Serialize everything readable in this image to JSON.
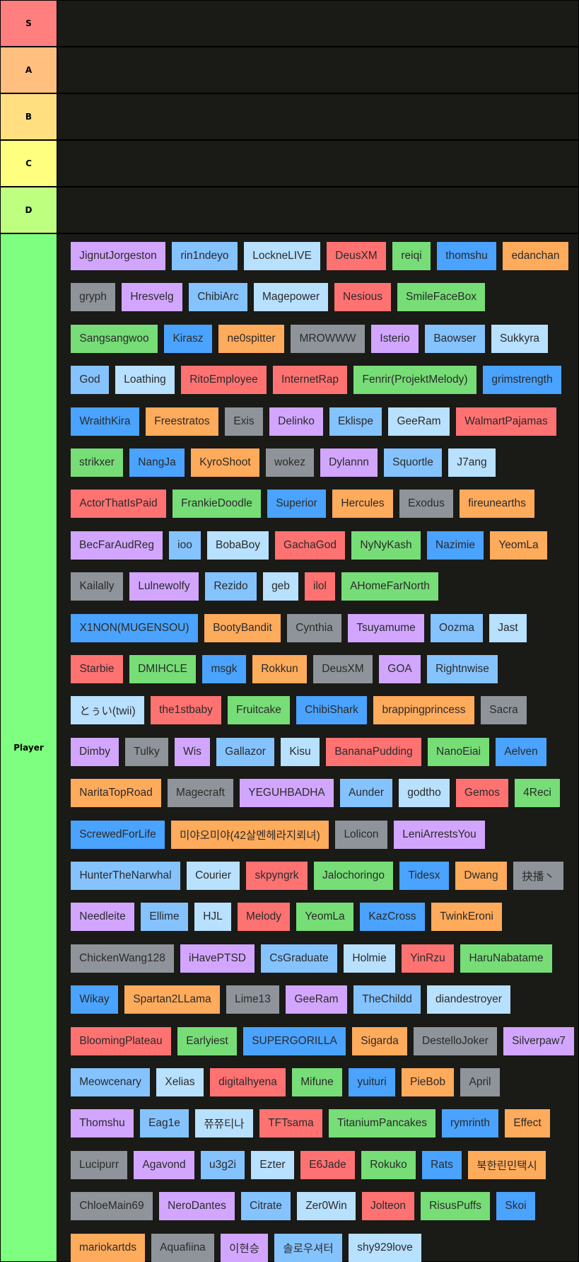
{
  "colors": {
    "S": "#ff7f7f",
    "A": "#ffbf7f",
    "B": "#ffdf7f",
    "C": "#ffff7f",
    "D": "#bfff7f",
    "Player": "#7fff7f",
    "purple": "#d2a6ff",
    "blue": "#85c3ff",
    "lightblue": "#b8e0ff",
    "red": "#ff7272",
    "green": "#77dd77",
    "darkblue": "#4aa3ff",
    "orange": "#ffab5c",
    "gray": "#8f949a"
  },
  "tiers": [
    {
      "label": "S",
      "items": []
    },
    {
      "label": "A",
      "items": []
    },
    {
      "label": "B",
      "items": []
    },
    {
      "label": "C",
      "items": []
    },
    {
      "label": "D",
      "items": []
    },
    {
      "label": "Player",
      "items": [
        [
          [
            "JignutJorgeston",
            "purple"
          ],
          [
            "rin1ndeyo",
            "blue"
          ],
          [
            "LockneLIVE",
            "lightblue"
          ],
          [
            "DeusXM",
            "red"
          ],
          [
            "reiqi",
            "green"
          ],
          [
            "thomshu",
            "darkblue"
          ],
          [
            "edanchan",
            "orange"
          ]
        ],
        [
          [
            "gryph",
            "gray"
          ],
          [
            "Hresvelg",
            "purple"
          ],
          [
            "ChibiArc",
            "blue"
          ],
          [
            "Magepower",
            "lightblue"
          ],
          [
            "Nesious",
            "red"
          ],
          [
            "SmileFaceBox",
            "green"
          ]
        ],
        [
          [
            "Sangsangwoo",
            "green"
          ],
          [
            "Kirasz",
            "darkblue"
          ],
          [
            "ne0spitter",
            "orange"
          ],
          [
            "MROWWW",
            "gray"
          ],
          [
            "Isterio",
            "purple"
          ],
          [
            "Baowser",
            "blue"
          ],
          [
            "Sukkyra",
            "lightblue"
          ]
        ],
        [
          [
            "God",
            "blue"
          ],
          [
            "Loathing",
            "lightblue"
          ],
          [
            "RitoEmployee",
            "red"
          ],
          [
            "InternetRap",
            "red"
          ],
          [
            "Fenrir(ProjektMelody)",
            "green"
          ],
          [
            "grimstrength",
            "darkblue"
          ]
        ],
        [
          [
            "WraithKira",
            "darkblue"
          ],
          [
            "Freestratos",
            "orange"
          ],
          [
            "Exis",
            "gray"
          ],
          [
            "Delinko",
            "purple"
          ],
          [
            "Eklispe",
            "blue"
          ],
          [
            "GeeRam",
            "lightblue"
          ],
          [
            "WalmartPajamas",
            "red"
          ]
        ],
        [
          [
            "strikxer",
            "green"
          ],
          [
            "NangJa",
            "darkblue"
          ],
          [
            "KyroShoot",
            "orange"
          ],
          [
            "wokez",
            "gray"
          ],
          [
            "Dylannn",
            "purple"
          ],
          [
            "Squortle",
            "blue"
          ],
          [
            "J7ang",
            "lightblue"
          ]
        ],
        [
          [
            "ActorThatIsPaid",
            "red"
          ],
          [
            "FrankieDoodle",
            "green"
          ],
          [
            "Superior",
            "darkblue"
          ],
          [
            "Hercules",
            "orange"
          ],
          [
            "Exodus",
            "gray"
          ],
          [
            "fireunearths",
            "orange"
          ]
        ],
        [
          [
            "BecFarAudReg",
            "purple"
          ],
          [
            "ioo",
            "blue"
          ],
          [
            "BobaBoy",
            "lightblue"
          ],
          [
            "GachaGod",
            "red"
          ],
          [
            "NyNyKash",
            "green"
          ],
          [
            "Nazimie",
            "darkblue"
          ],
          [
            "YeomLa",
            "orange"
          ]
        ],
        [
          [
            "Kailally",
            "gray"
          ],
          [
            "Lulnewolfy",
            "purple"
          ],
          [
            "Rezido",
            "blue"
          ],
          [
            "geb",
            "lightblue"
          ],
          [
            "ilol",
            "red"
          ],
          [
            "AHomeFarNorth",
            "green"
          ]
        ],
        [
          [
            "X1NON(MUGENSOU)",
            "darkblue"
          ],
          [
            "BootyBandit",
            "orange"
          ],
          [
            "Cynthia",
            "gray"
          ],
          [
            "Tsuyamume",
            "purple"
          ],
          [
            "Oozma",
            "blue"
          ],
          [
            "Jast",
            "lightblue"
          ]
        ],
        [
          [
            "Starbie",
            "red"
          ],
          [
            "DMIHCLE",
            "green"
          ],
          [
            "msgk",
            "darkblue"
          ],
          [
            "Rokkun",
            "orange"
          ],
          [
            "DeusXM",
            "gray"
          ],
          [
            "GOA",
            "purple"
          ],
          [
            "Rightnwise",
            "blue"
          ]
        ],
        [
          [
            "とぅい(twii)",
            "lightblue"
          ],
          [
            "the1stbaby",
            "red"
          ],
          [
            "Fruitcake",
            "green"
          ],
          [
            "ChibiShark",
            "darkblue"
          ],
          [
            "brappingprincess",
            "orange"
          ],
          [
            "Sacra",
            "gray"
          ]
        ],
        [
          [
            "Dimby",
            "purple"
          ],
          [
            "Tulky",
            "gray"
          ],
          [
            "Wis",
            "purple"
          ],
          [
            "Gallazor",
            "blue"
          ],
          [
            "Kisu",
            "lightblue"
          ],
          [
            "BananaPudding",
            "red"
          ],
          [
            "NanoEiai",
            "green"
          ],
          [
            "Aelven",
            "darkblue"
          ]
        ],
        [
          [
            "NaritaTopRoad",
            "orange"
          ],
          [
            "Magecraft",
            "gray"
          ],
          [
            "YEGUHBADHA",
            "purple"
          ],
          [
            "Aunder",
            "blue"
          ],
          [
            "godtho",
            "lightblue"
          ],
          [
            "Gemos",
            "red"
          ],
          [
            "4Reci",
            "green"
          ]
        ],
        [
          [
            "ScrewedForLife",
            "darkblue"
          ],
          [
            "미야오미야(42살멘헤라지뢰녀)",
            "orange"
          ],
          [
            "Lolicon",
            "gray"
          ],
          [
            "LeniArrestsYou",
            "purple"
          ]
        ],
        [
          [
            "HunterTheNarwhal",
            "blue"
          ],
          [
            "Courier",
            "lightblue"
          ],
          [
            "skpyngrk",
            "red"
          ],
          [
            "Jalochoringo",
            "green"
          ],
          [
            "Tidesx",
            "darkblue"
          ],
          [
            "Dwang",
            "orange"
          ],
          [
            "抉播丶",
            "gray"
          ]
        ],
        [
          [
            "Needleite",
            "purple"
          ],
          [
            "Ellime",
            "blue"
          ],
          [
            "HJL",
            "lightblue"
          ],
          [
            "Melody",
            "red"
          ],
          [
            "YeomLa",
            "green"
          ],
          [
            "KazCross",
            "darkblue"
          ],
          [
            "TwinkEroni",
            "orange"
          ]
        ],
        [
          [
            "ChickenWang128",
            "gray"
          ],
          [
            "iHavePTSD",
            "purple"
          ],
          [
            "CsGraduate",
            "blue"
          ],
          [
            "Holmie",
            "lightblue"
          ],
          [
            "YinRzu",
            "red"
          ],
          [
            "HaruNabatame",
            "green"
          ]
        ],
        [
          [
            "Wikay",
            "darkblue"
          ],
          [
            "Spartan2LLama",
            "orange"
          ],
          [
            "Lime13",
            "gray"
          ],
          [
            "GeeRam",
            "purple"
          ],
          [
            "TheChildd",
            "blue"
          ],
          [
            "diandestroyer",
            "lightblue"
          ]
        ],
        [
          [
            "BloomingPlateau",
            "red"
          ],
          [
            "Earlyiest",
            "green"
          ],
          [
            "SUPERGORILLA",
            "darkblue"
          ],
          [
            "Sigarda",
            "orange"
          ],
          [
            "DestelloJoker",
            "gray"
          ],
          [
            "Silverpaw7",
            "purple"
          ]
        ],
        [
          [
            "Meowcenary",
            "blue"
          ],
          [
            "Xelias",
            "lightblue"
          ],
          [
            "digitalhyena",
            "red"
          ],
          [
            "Mifune",
            "green"
          ],
          [
            "yuituri",
            "darkblue"
          ],
          [
            "PieBob",
            "orange"
          ],
          [
            "April",
            "gray"
          ]
        ],
        [
          [
            "Thomshu",
            "purple"
          ],
          [
            "Eag1e",
            "blue"
          ],
          [
            "쮸쮸티나",
            "lightblue"
          ],
          [
            "TFTsama",
            "red"
          ],
          [
            "TitaniumPancakes",
            "green"
          ],
          [
            "rymrinth",
            "darkblue"
          ],
          [
            "Effect",
            "orange"
          ]
        ],
        [
          [
            "Lucipurr",
            "gray"
          ],
          [
            "Agavond",
            "purple"
          ],
          [
            "u3g2i",
            "blue"
          ],
          [
            "Ezter",
            "lightblue"
          ],
          [
            "E6Jade",
            "red"
          ],
          [
            "Rokuko",
            "green"
          ],
          [
            "Rats",
            "darkblue"
          ],
          [
            "북한린민택시",
            "orange"
          ]
        ],
        [
          [
            "ChloeMain69",
            "gray"
          ],
          [
            "NeroDantes",
            "purple"
          ],
          [
            "Citrate",
            "blue"
          ],
          [
            "Zer0Win",
            "lightblue"
          ],
          [
            "Jolteon",
            "red"
          ],
          [
            "RisusPuffs",
            "green"
          ],
          [
            "Skoi",
            "darkblue"
          ]
        ],
        [
          [
            "mariokartds",
            "orange"
          ],
          [
            "Aquafiina",
            "gray"
          ],
          [
            "이현승",
            "purple"
          ],
          [
            "솔로우셔터",
            "blue"
          ],
          [
            "shy929love",
            "lightblue"
          ]
        ]
      ]
    }
  ]
}
